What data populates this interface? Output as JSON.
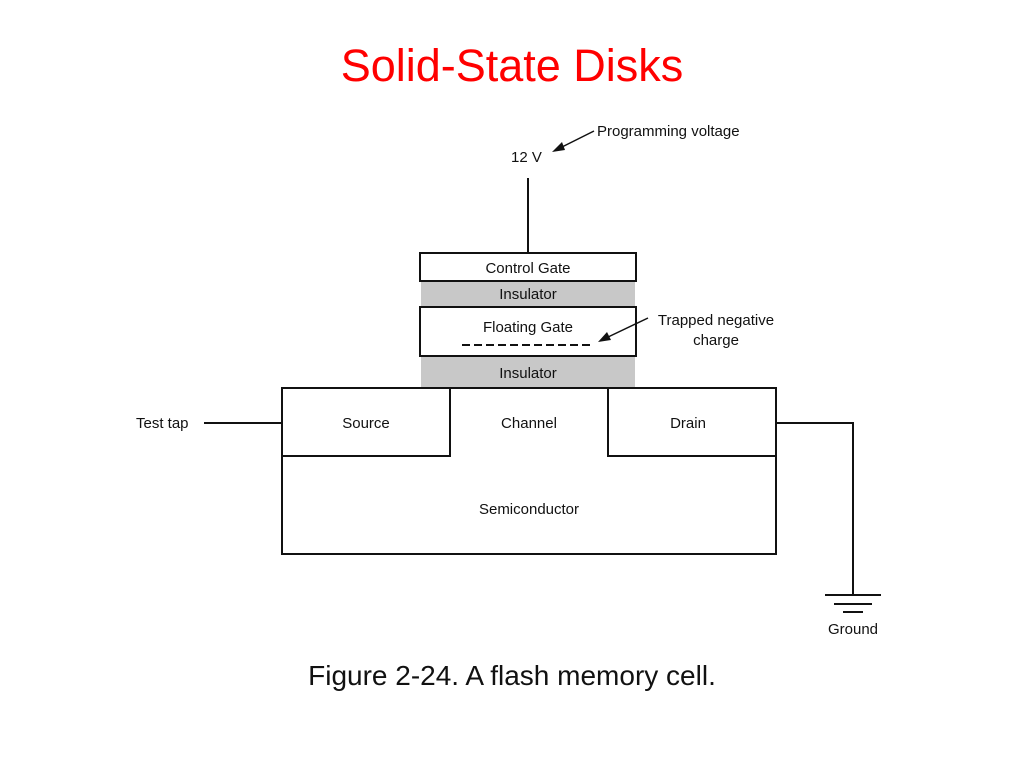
{
  "slide": {
    "title": "Solid-State Disks",
    "caption": "Figure 2-24. A flash memory cell."
  },
  "diagram": {
    "programming_voltage_label": "Programming voltage",
    "voltage_value": "12 V",
    "control_gate": "Control Gate",
    "insulator_top": "Insulator",
    "floating_gate": "Floating Gate",
    "trapped_charge_line1": "Trapped negative",
    "trapped_charge_line2": "charge",
    "insulator_bottom": "Insulator",
    "test_tap": "Test tap",
    "source": "Source",
    "channel": "Channel",
    "drain": "Drain",
    "semiconductor": "Semiconductor",
    "ground": "Ground"
  },
  "colors": {
    "title": "#ff0000",
    "insulator_fill": "#c8c8c8",
    "line": "#111111"
  }
}
